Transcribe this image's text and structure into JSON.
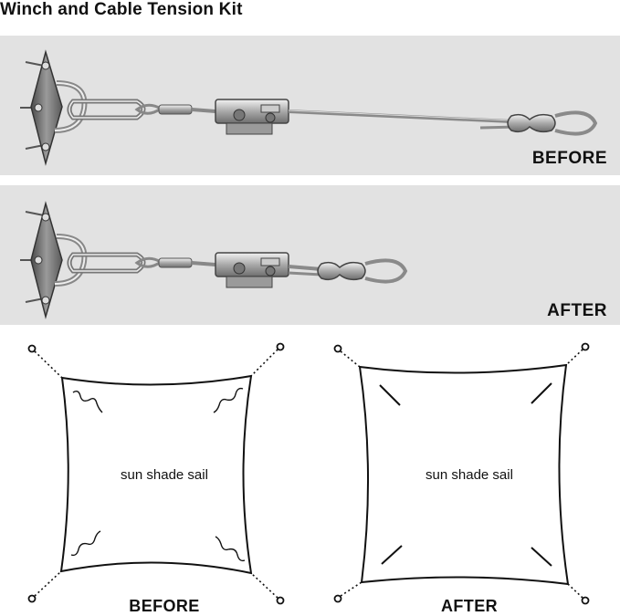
{
  "title": "Winch and Cable Tension Kit",
  "panels": {
    "before_label": "BEFORE",
    "after_label": "AFTER"
  },
  "sails": {
    "before": {
      "text": "sun shade sail",
      "caption": "BEFORE"
    },
    "after": {
      "text": "sun shade sail",
      "caption": "AFTER"
    }
  },
  "colors": {
    "panel_bg": "#e2e2e2",
    "metal_dark": "#555555",
    "metal_light": "#c8c8c8",
    "line": "#111111"
  }
}
